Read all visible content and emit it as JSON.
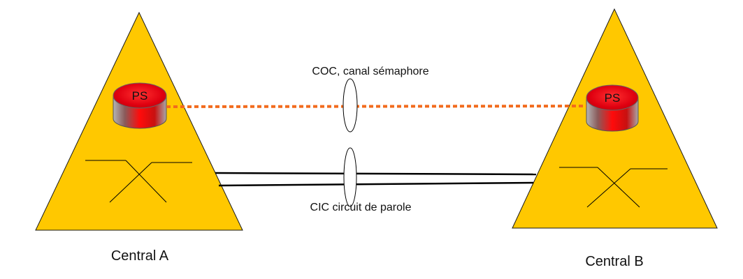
{
  "colors": {
    "triangle_fill": "#ffc800",
    "triangle_stroke": "#1a1a1a",
    "signaling_link": "#f26b1d",
    "voice_link": "#000000",
    "ps_red": "#e8000f",
    "ps_grey": "#b8b8b8"
  },
  "links": {
    "signaling_label": "COC, canal sémaphore",
    "voice_label": "CIC circuit de parole"
  },
  "exchanges": [
    {
      "name": "Central A",
      "node_label": "PS"
    },
    {
      "name": "Central B",
      "node_label": "PS"
    }
  ]
}
